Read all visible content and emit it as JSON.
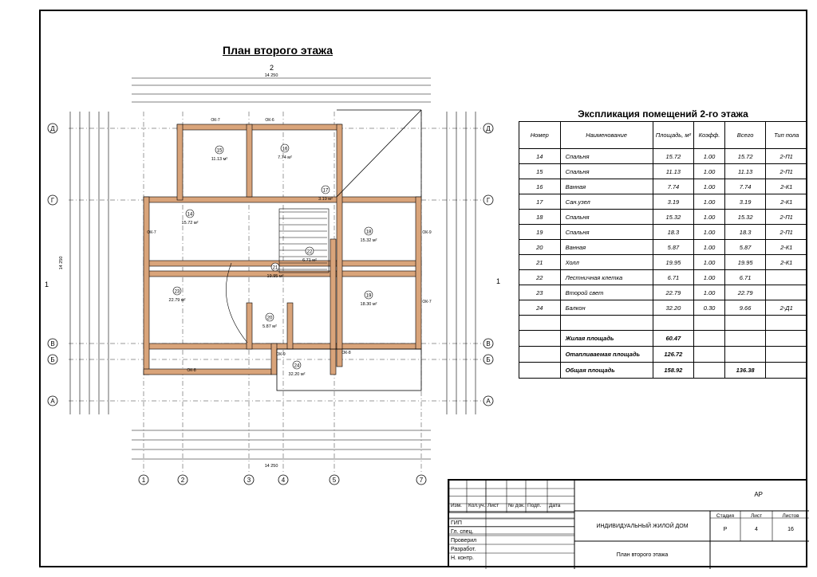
{
  "plan": {
    "title": "План второго этажа",
    "axes_letters": [
      "Д",
      "Г",
      "В",
      "Б",
      "А"
    ],
    "axes_numbers": [
      "1",
      "2",
      "3",
      "4",
      "5",
      "7"
    ],
    "section_mark": "1",
    "section_mark_top": "2",
    "overall_width": "14 250",
    "overall_height": "14 250",
    "rooms": [
      {
        "num": "14",
        "area": "15.72 м²"
      },
      {
        "num": "15",
        "area": "11.13 м²"
      },
      {
        "num": "16",
        "area": "7.74 м²"
      },
      {
        "num": "17",
        "area": "3.19 м²"
      },
      {
        "num": "18",
        "area": "15.32 м²"
      },
      {
        "num": "19",
        "area": "18.30 м²"
      },
      {
        "num": "20",
        "area": "5.87 м²"
      },
      {
        "num": "21",
        "area": "19.95 м²"
      },
      {
        "num": "22",
        "area": "6.71 м²"
      },
      {
        "num": "23",
        "area": "22.79 м²"
      },
      {
        "num": "24",
        "area": "32.20 м²"
      }
    ],
    "windows": [
      "ОК-7",
      "ОК-6",
      "ОК-7",
      "ОК-8",
      "ОК-8",
      "ОК-9",
      "ОК-9",
      "ОК-7"
    ]
  },
  "explication": {
    "title": "Экспликация помещений 2-го этажа",
    "headers": [
      "Номер",
      "Наименование",
      "Площадь, м²",
      "Коэфф.",
      "Всего",
      "Тип пола"
    ],
    "rows": [
      [
        "14",
        "Спальня",
        "15.72",
        "1.00",
        "15.72",
        "2-П1"
      ],
      [
        "15",
        "Спальня",
        "11.13",
        "1.00",
        "11.13",
        "2-П1"
      ],
      [
        "16",
        "Ванная",
        "7.74",
        "1.00",
        "7.74",
        "2-К1"
      ],
      [
        "17",
        "Сан.узел",
        "3.19",
        "1.00",
        "3.19",
        "2-К1"
      ],
      [
        "18",
        "Спальня",
        "15.32",
        "1.00",
        "15.32",
        "2-П1"
      ],
      [
        "19",
        "Спальня",
        "18.3",
        "1.00",
        "18.3",
        "2-П1"
      ],
      [
        "20",
        "Ванная",
        "5.87",
        "1.00",
        "5.87",
        "2-К1"
      ],
      [
        "21",
        "Холл",
        "19.95",
        "1.00",
        "19.95",
        "2-К1"
      ],
      [
        "22",
        "Лестничная клетка",
        "6.71",
        "1.00",
        "6.71",
        ""
      ],
      [
        "23",
        "Второй свет",
        "22.79",
        "1.00",
        "22.79",
        ""
      ],
      [
        "24",
        "Балкон",
        "32.20",
        "0.30",
        "9.66",
        "2-Д1"
      ]
    ],
    "totals": [
      {
        "label": "Жилая площадь",
        "value": "60.47",
        "total": ""
      },
      {
        "label": "Отапливаемая площадь",
        "value": "126.72",
        "total": ""
      },
      {
        "label": "Общая площадь",
        "value": "158.92",
        "total": "136.38"
      }
    ]
  },
  "stamp": {
    "code": "АР",
    "columns": [
      "Изм.",
      "Кол.уч.",
      "Лист",
      "№ док.",
      "Подп.",
      "Дата"
    ],
    "roles": [
      "ГИП",
      "Гл. спец.",
      "Проверил",
      "Разработ.",
      "Н. контр."
    ],
    "project": "ИНДИВИДУАЛЬНЫЙ ЖИЛОЙ ДОМ",
    "sheet_title": "План второго этажа",
    "stage_label": "Стадия",
    "sheet_label": "Лист",
    "sheets_label": "Листов",
    "stage": "Р",
    "sheet": "4",
    "sheets": "16"
  }
}
